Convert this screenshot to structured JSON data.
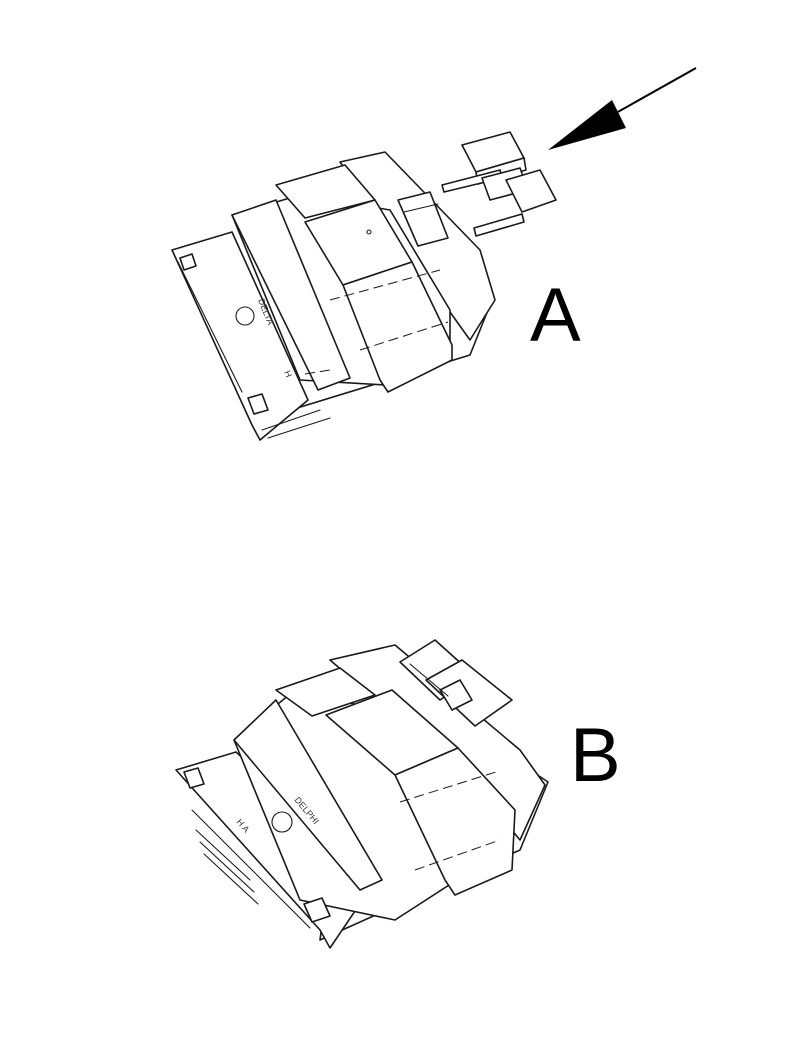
{
  "figure": {
    "panels": [
      {
        "id": "A",
        "label": "A",
        "connector_text": "DELTA",
        "side_mark": "H"
      },
      {
        "id": "B",
        "label": "B",
        "connector_text": "DELPHI",
        "side_mark": "H A"
      }
    ],
    "arrow_icon": "arrow-pointing-down-left"
  }
}
